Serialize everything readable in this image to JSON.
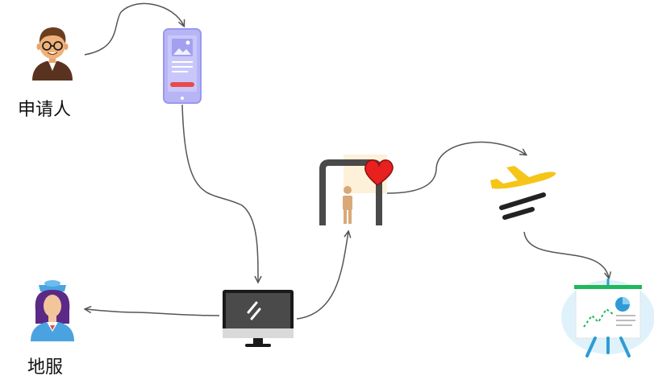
{
  "nodes": {
    "applicant": {
      "label": "申请人",
      "icon": "person-with-glasses-icon"
    },
    "phone": {
      "icon": "mobile-phone-app-icon"
    },
    "computer": {
      "icon": "desktop-monitor-icon"
    },
    "security_gate": {
      "icon": "security-gate-with-heart-icon"
    },
    "airplane": {
      "icon": "airplane-takeoff-icon"
    },
    "presentation": {
      "icon": "presentation-board-chart-icon"
    },
    "ground_staff": {
      "label": "地服",
      "icon": "flight-attendant-icon"
    }
  },
  "edges": [
    {
      "from": "applicant",
      "to": "phone"
    },
    {
      "from": "phone",
      "to": "computer"
    },
    {
      "from": "computer",
      "to": "ground_staff"
    },
    {
      "from": "computer",
      "to": "security_gate"
    },
    {
      "from": "security_gate",
      "to": "airplane"
    },
    {
      "from": "airplane",
      "to": "presentation"
    }
  ],
  "colors": {
    "edge": "#555555",
    "phone": "#a9a7f2",
    "phone_button": "#e84a4a",
    "heart": "#e8201f",
    "plane": "#f5c518",
    "board_green": "#1fb85a",
    "board_blue": "#2f9bd6",
    "attendant_purple": "#5b2a86",
    "attendant_blue": "#4aa3e0"
  }
}
